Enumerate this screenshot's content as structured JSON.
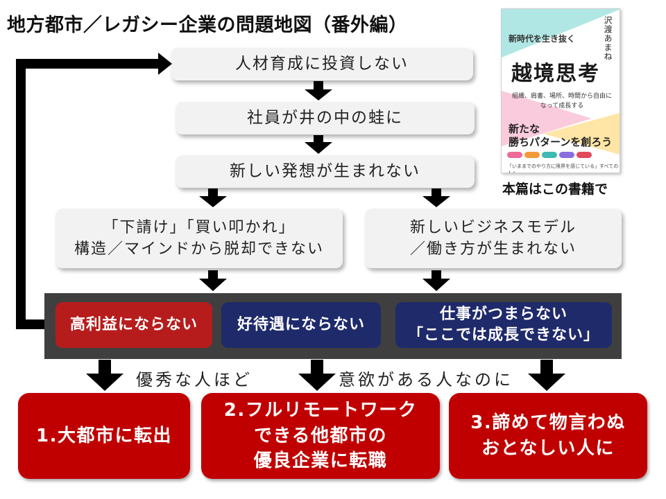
{
  "title": "地方都市／レガシー企業の問題地図（番外編）",
  "flow": {
    "step1": "人材育成に投資しない",
    "step2": "社員が井の中の蛙に",
    "step3": "新しい発想が生まれない",
    "left_branch": [
      "「下請け」「買い叩かれ」",
      "構造／マインドから脱却できない"
    ],
    "right_branch": [
      "新しいビジネスモデル",
      "／働き方が生まれない"
    ]
  },
  "band": {
    "chip1": "高利益にならない",
    "chip2": "好待遇にならない",
    "chip3": [
      "仕事がつまらない",
      "「ここでは成長できない」"
    ]
  },
  "notes": {
    "left": "優秀な人ほど",
    "right": "意欲がある人なのに"
  },
  "results": {
    "r1": [
      "1.大都市に転出"
    ],
    "r2": [
      "2.フルリモートワーク",
      "できる他都市の",
      "優良企業に転職"
    ],
    "r3": [
      "3.諦めて物言わぬ",
      "おとなしい人に"
    ]
  },
  "book": {
    "author": "沢渡あまね",
    "subtitle": "新時代を生き抜く",
    "title": "越境思考",
    "description": "組織、肩書、場所、時間から自由になって成長する",
    "tagline": [
      "新たな",
      "勝ちパターンを創ろう"
    ],
    "footline": "「いままでのやり方に限界を感じている」すべての人へ",
    "caption": "本篇はこの書籍で"
  },
  "colors": {
    "result_red": "#c00000",
    "chip_red": "#b71c1c",
    "chip_navy": "#1f2a6b",
    "band_dark": "#3f3f3f",
    "box_gray": "#f2f2f2"
  }
}
